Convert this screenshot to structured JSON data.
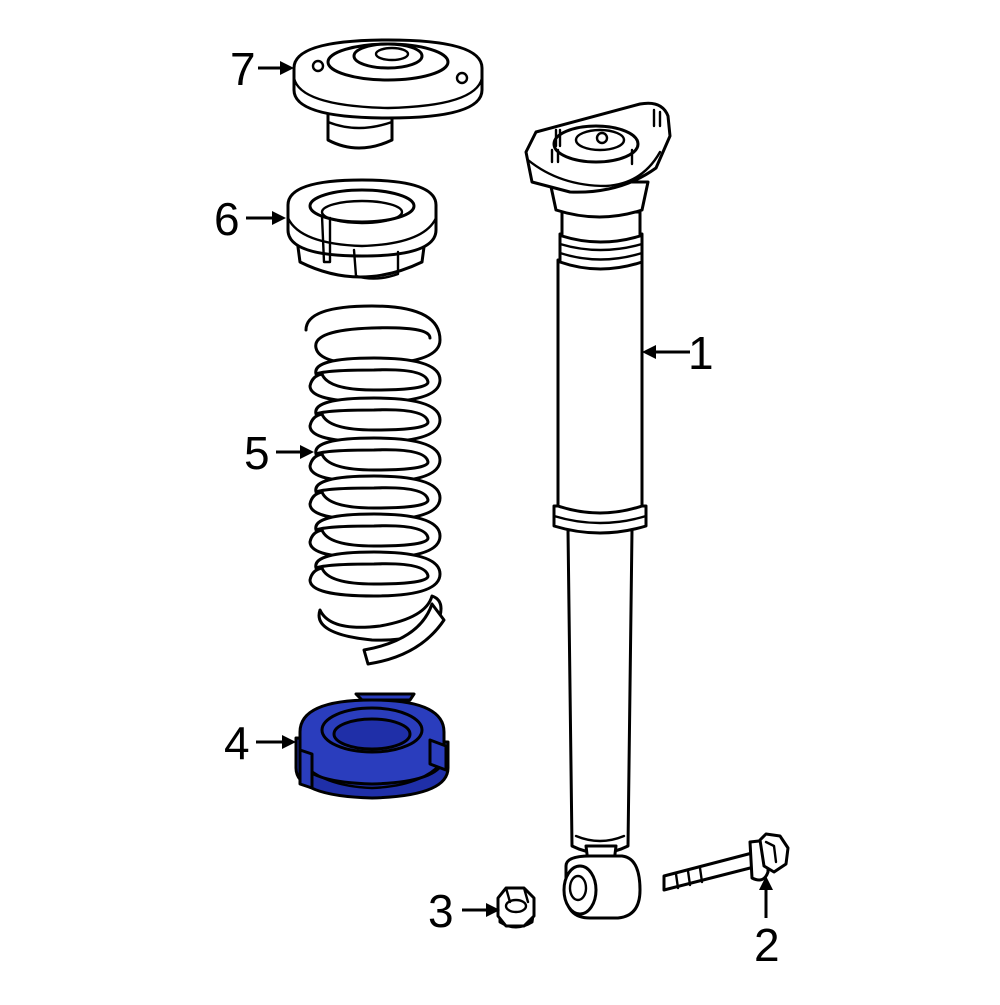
{
  "highlight_color": "#2a3dbd",
  "callouts": {
    "c1": "1",
    "c2": "2",
    "c3": "3",
    "c4": "4",
    "c5": "5",
    "c6": "6",
    "c7": "7"
  }
}
